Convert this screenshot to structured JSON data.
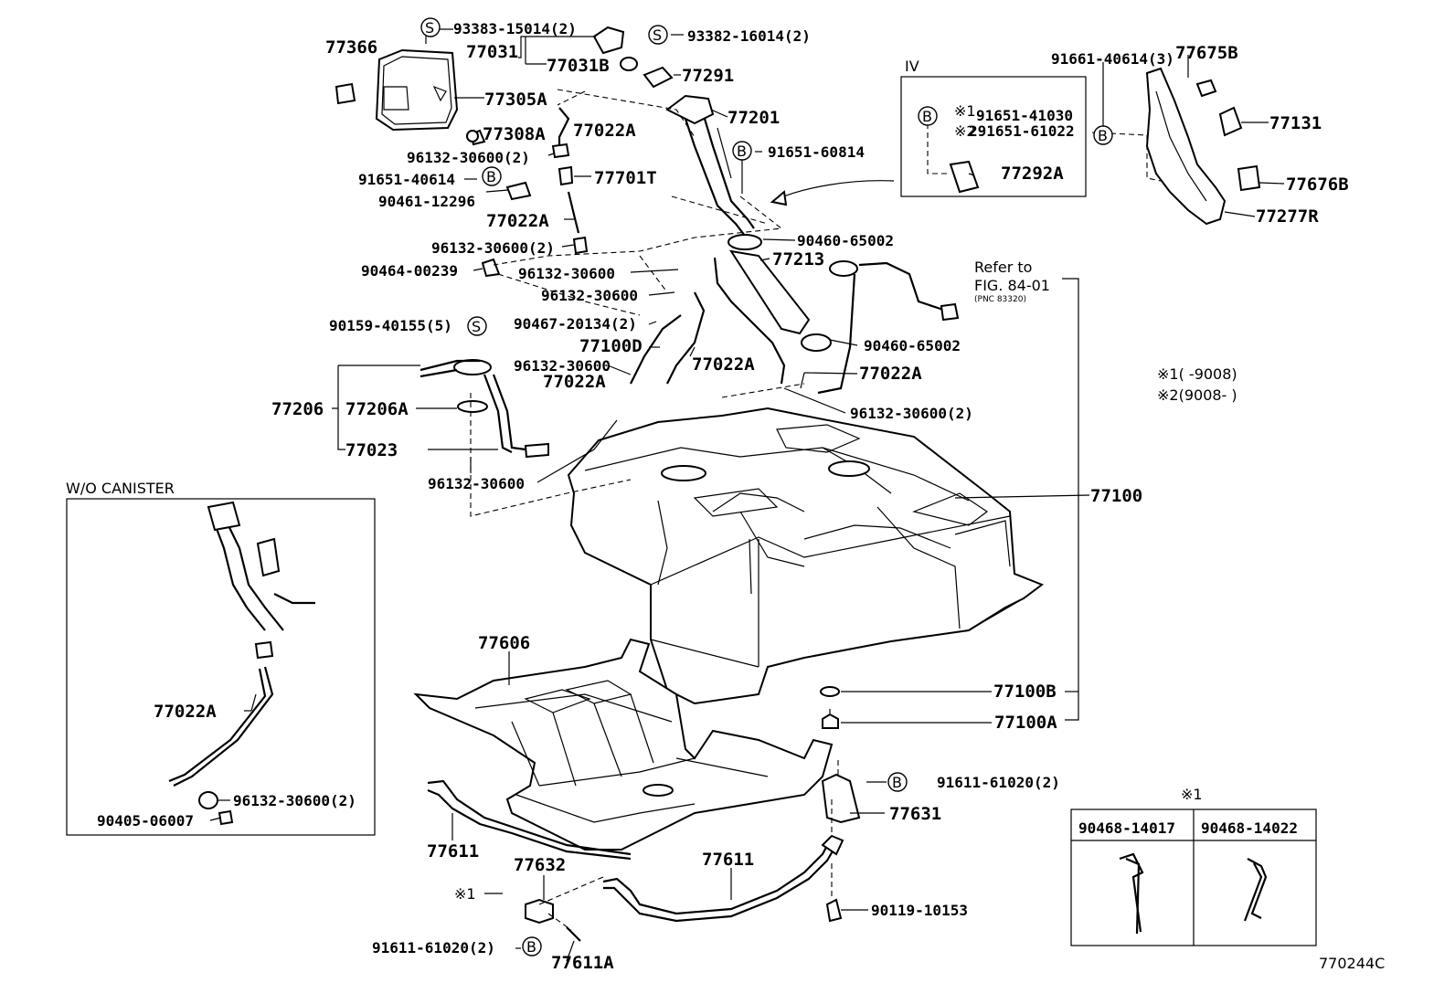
{
  "labels": {
    "p77366": "77366",
    "p93383": "93383-15014(2)",
    "p77031": "77031",
    "p77031B": "77031B",
    "p93382": "93382-16014(2)",
    "p77291": "77291",
    "p77305A": "77305A",
    "p77308A": "77308A",
    "p77022A_1": "77022A",
    "p96132_a": "96132-30600(2)",
    "p91651_40614": "91651-40614",
    "p77701T": "77701T",
    "p90461": "90461-12296",
    "p77022A_2": "77022A",
    "p96132_b": "96132-30600(2)",
    "p90464": "90464-00239",
    "p96132_c": "96132-30600",
    "p96132_d": "96132-30600",
    "p90467": "90467-20134(2)",
    "p77100D": "77100D",
    "p96132_e": "96132-30600",
    "p77022A_3": "77022A",
    "p77022A_4": "77022A",
    "p77201": "77201",
    "p91651_60814": "91651-60814",
    "p90460_a": "90460-65002",
    "p77213": "77213",
    "p90460_b": "90460-65002",
    "p77022A_5": "77022A",
    "p96132_f": "96132-30600(2)",
    "p90159": "90159-40155(5)",
    "p77206": "77206",
    "p77206A": "77206A",
    "p77023": "77023",
    "p96132_g": "96132-30600",
    "p77100": "77100",
    "p77606": "77606",
    "p77100B": "77100B",
    "p77100A": "77100A",
    "p91611_r": "91611-61020(2)",
    "p77631": "77631",
    "p77611_l": "77611",
    "p77611_r": "77611",
    "p77632": "77632",
    "p91611_l": "91611-61020(2)",
    "p77611A": "77611A",
    "p90119": "90119-10153",
    "iv": "IV",
    "p91651_41030": "91651-41030",
    "p291651": "291651-61022",
    "p77292A": "77292A",
    "p91661": "91661-40614(3)",
    "p77675B": "77675B",
    "p77131": "77131",
    "p77676B": "77676B",
    "p77277R": "77277R",
    "refer1": "Refer to",
    "refer2": "FIG. 84-01",
    "refer3": "(PNC 83320)",
    "note1": "※1(   -9008)",
    "note2": "※2(9008-   )",
    "wo_canister": "W/O CANISTER",
    "wo_77022A": "77022A",
    "wo_96132": "96132-30600(2)",
    "wo_90405": "90405-06007",
    "x1_mark": "※1",
    "x1_insert": "※1",
    "x1_a": "※1",
    "x2_a": "※2",
    "table_a": "90468-14017",
    "table_b": "90468-14022",
    "fig_code": "770244C",
    "sym_s": "S",
    "sym_b": "B"
  }
}
